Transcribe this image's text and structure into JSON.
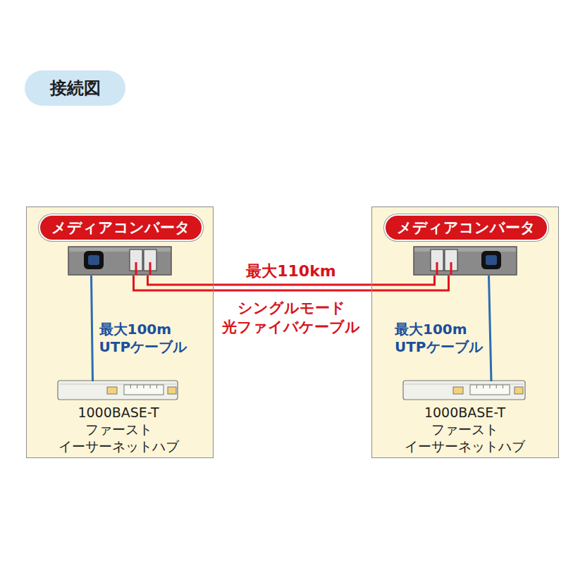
{
  "diagram": {
    "title": "接続図",
    "nodes": [
      {
        "text": []
      },
      {
        "text": [
          "メディアコンバータ"
        ],
        "in": 0
      },
      {
        "text": [
          "1000BASE-T ファースト イーサーネットハブ"
        ],
        "in": 0
      },
      {
        "text": []
      },
      {
        "text": [
          "メディアコンバータ"
        ],
        "in": 3
      },
      {
        "text": [
          "1000BASE-T ファースト イーサーネットハブ"
        ],
        "in": 3
      }
    ],
    "edges": [
      {
        "from": 1,
        "to": 2,
        "arrow": "none",
        "label": "最大100m UTPケーブル"
      },
      {
        "from": 1,
        "to": 4,
        "arrow": "none",
        "label": "最大110km"
      },
      {
        "from": 4,
        "to": 5,
        "arrow": "none",
        "label": "最大100m UTPケーブル"
      }
    ],
    "labels": [
      "シングルモード 光ファイバケーブル"
    ]
  }
}
